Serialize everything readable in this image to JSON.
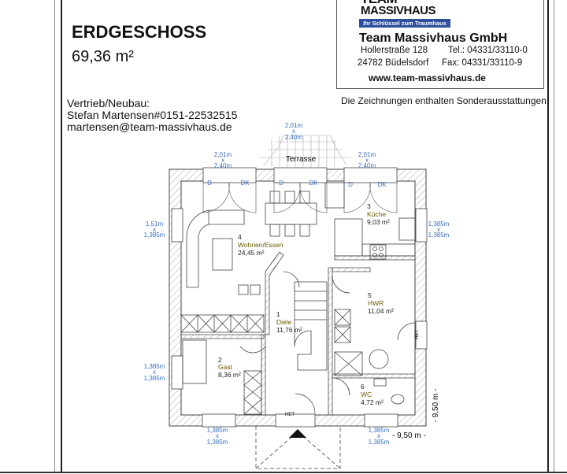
{
  "header": {
    "title": "ERDGESCHOSS",
    "area": "69,36 m²",
    "contact": [
      "Vertrieb/Neubau:",
      "Stefan Martensen#0151-22532515",
      "martensen@team-massivhaus.de"
    ]
  },
  "company": {
    "logo_line1": "TEAM",
    "logo_line2": "MASSIVHAUS",
    "slogan": "Ihr Schlüssel zum Traumhaus",
    "name": "Team Massivhaus GmbH",
    "street": "Hollerstraße 128",
    "tel": "Tel.: 04331/33110-0",
    "city": "24782 Büdelsdorf",
    "fax": "Fax: 04331/33110-9",
    "website": "www.team-massivhaus.de",
    "brand_color": "#2d4f9e"
  },
  "note": "Die Zeichnungen enthalten Sonderausstattungen!",
  "plan": {
    "terrace_label": "Terrasse",
    "rooms": [
      {
        "number": "1",
        "name": "Diele",
        "area": "11,76 m²"
      },
      {
        "number": "2",
        "name": "Gast",
        "area": "8,36 m²"
      },
      {
        "number": "3",
        "name": "Küche",
        "area": "9,03 m²"
      },
      {
        "number": "4",
        "name": "Wohnen/Essen",
        "area": "24,45 m²"
      },
      {
        "number": "5",
        "name": "HWR",
        "area": "11,04 m²"
      },
      {
        "number": "6",
        "name": "WC",
        "area": "4,72 m²"
      }
    ],
    "window_sizes": {
      "terrace_door": [
        "2,01m",
        "x",
        "2,40m"
      ],
      "left_door": [
        "2,01m",
        "x",
        "2,40m"
      ],
      "right_door": [
        "2,01m",
        "x",
        "2,40m"
      ],
      "living_window": [
        "1,51m",
        "x",
        "1,385m"
      ],
      "kitchen_window": [
        "1,385m",
        "x",
        "1,385m"
      ],
      "gast_window_side": [
        "1,385m",
        "x",
        "1,385m"
      ],
      "gast_window_bottom": [
        "1,385m",
        "x",
        "1,385m"
      ],
      "wc_window": [
        "1,385m",
        "x",
        "1,385m"
      ]
    },
    "door_labels": [
      "D",
      "DK",
      "D",
      "DK",
      "D",
      "DK"
    ],
    "het_label": "HET",
    "dimension_width": "- 9,50 m -",
    "dimension_height": "- 9,50 m -",
    "dimension_color": "#3a6fc4",
    "room_name_color": "#6b5a00"
  }
}
